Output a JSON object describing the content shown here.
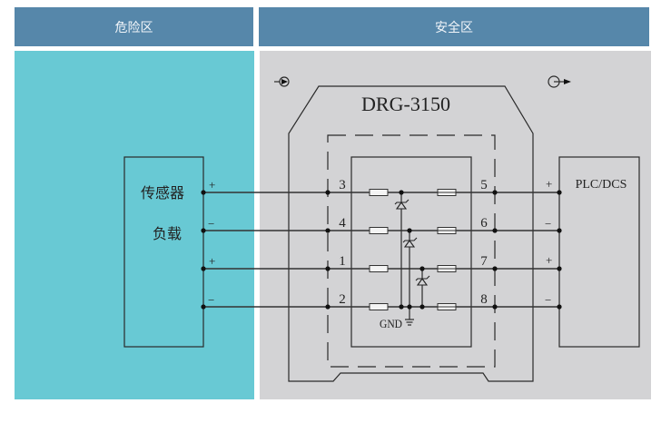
{
  "header": {
    "hazard_zone": "危险区",
    "safe_zone": "安全区"
  },
  "device": {
    "model": "DRG-3150"
  },
  "field_device": {
    "label_line1": "传感器",
    "label_line2": "负载"
  },
  "control_system": {
    "label": "PLC/DCS"
  },
  "channels": [
    {
      "field_polarity": "+",
      "input_pin": "3",
      "output_pin": "5",
      "control_polarity": "+"
    },
    {
      "field_polarity": "−",
      "input_pin": "4",
      "output_pin": "6",
      "control_polarity": "−"
    },
    {
      "field_polarity": "+",
      "input_pin": "1",
      "output_pin": "7",
      "control_polarity": "+"
    },
    {
      "field_polarity": "−",
      "input_pin": "2",
      "output_pin": "8",
      "control_polarity": "−"
    }
  ],
  "ground": {
    "label": "GND"
  },
  "icons": {
    "input": "input-arrow-icon",
    "output": "output-arrow-icon",
    "zener": "zener-diode-icon",
    "resistor": "resistor-icon",
    "fuse": "fuse-icon",
    "ground": "ground-icon"
  },
  "colors": {
    "header": "#5687aa",
    "hazard_zone": "#68c9d4",
    "safe_zone": "#d3d3d5",
    "line": "#2a2a2a"
  }
}
